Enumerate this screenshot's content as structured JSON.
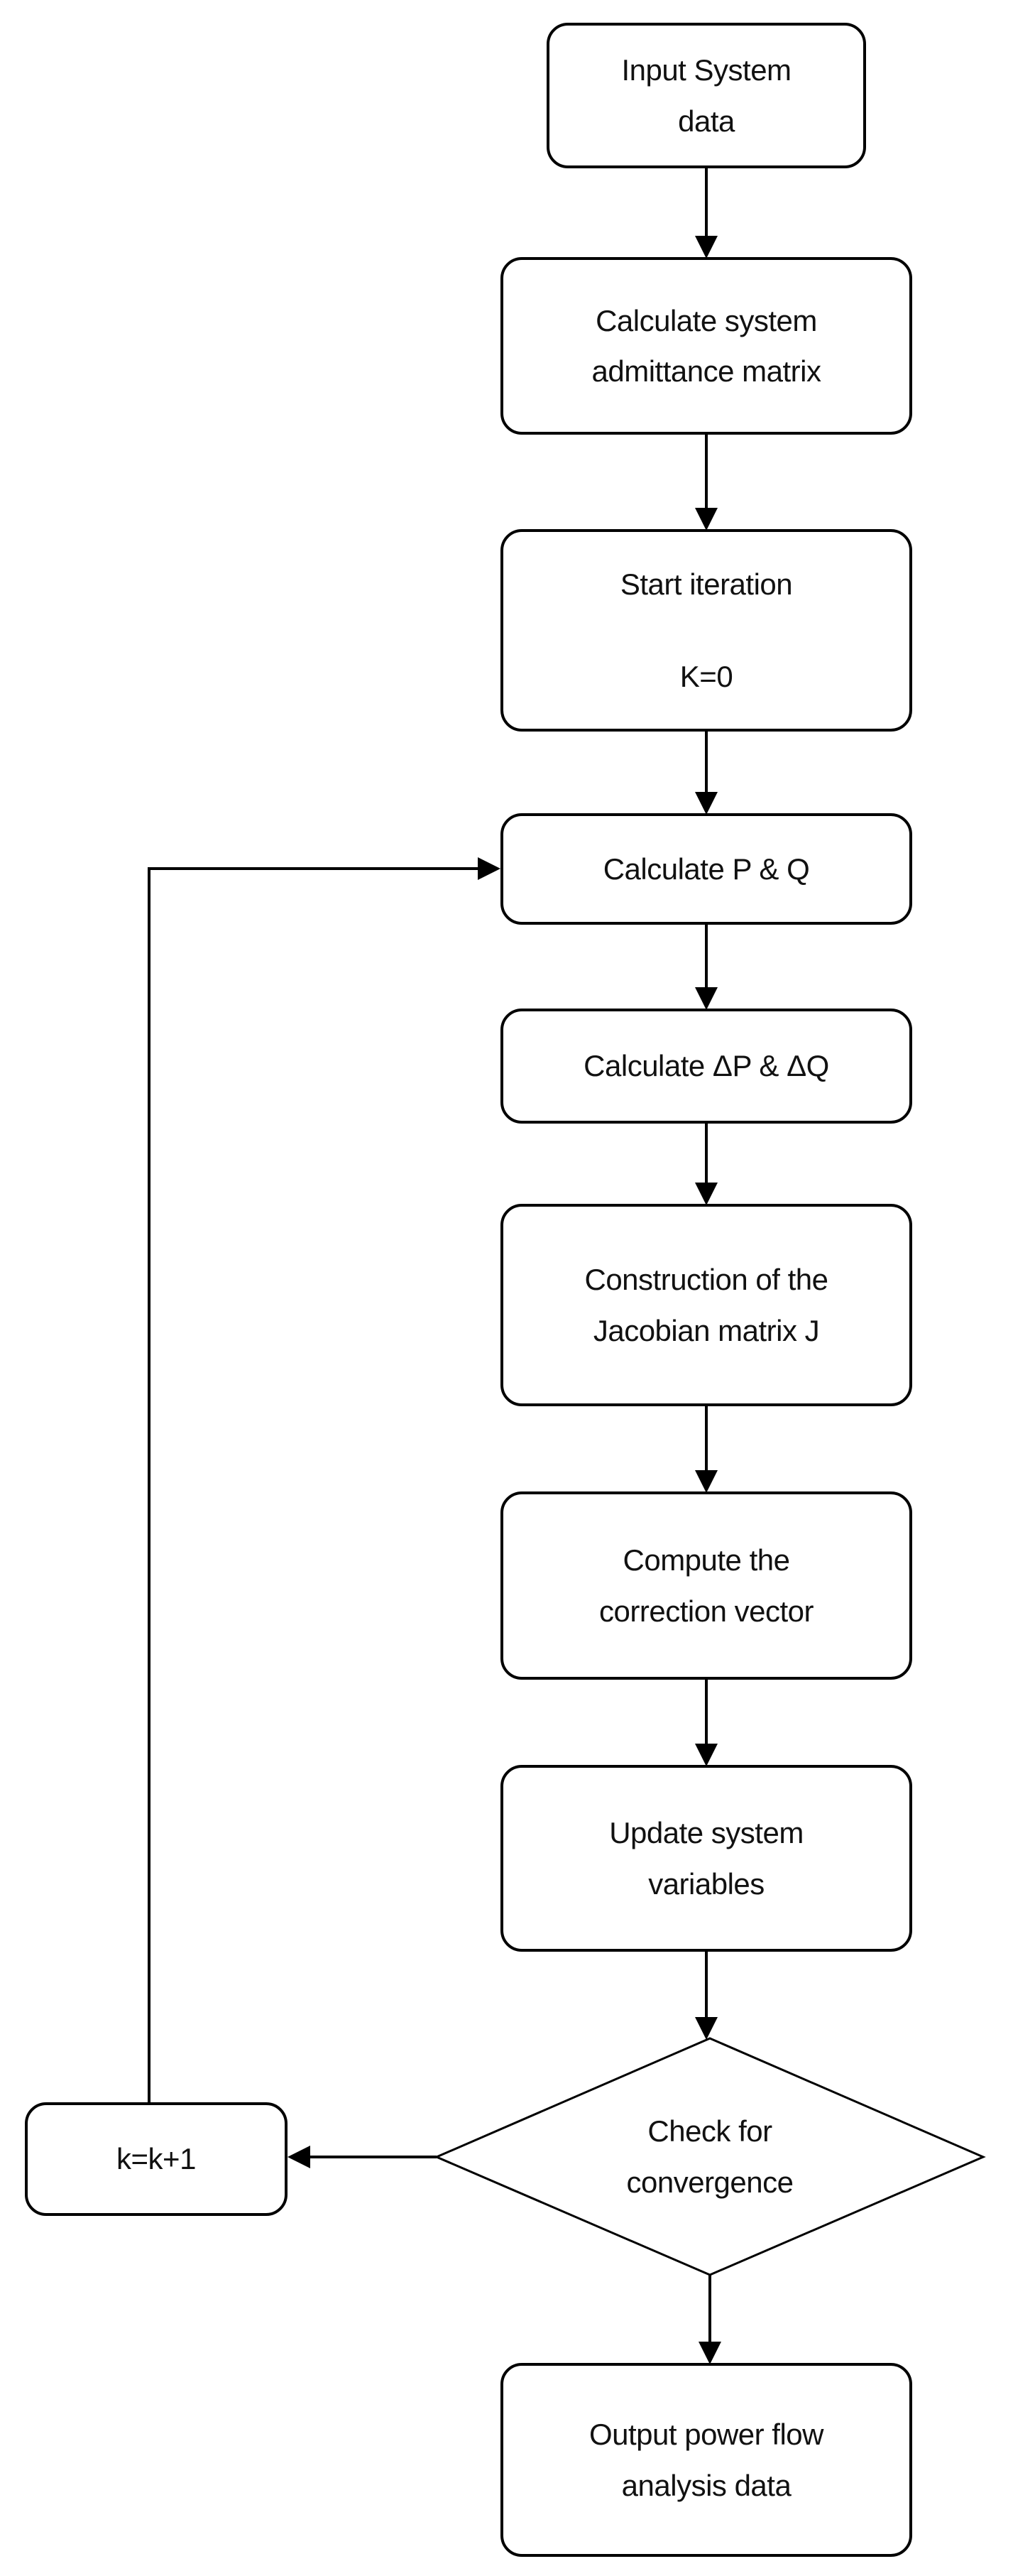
{
  "diagram": {
    "type": "flowchart",
    "colors": {
      "line": "#000000",
      "node_fill": "#ffffff",
      "text": "#111111",
      "background": "#ffffff"
    },
    "nodes": {
      "input": {
        "label": "Input System\ndata"
      },
      "admittance": {
        "label": "Calculate system\nadmittance matrix"
      },
      "start_iteration": {
        "label": "Start iteration\n\nK=0"
      },
      "calc_pq": {
        "label": "Calculate P & Q"
      },
      "calc_dpdq": {
        "label": "Calculate ΔP & ΔQ"
      },
      "jacobian": {
        "label": "Construction of the\nJacobian matrix J"
      },
      "correction": {
        "label": "Compute the\ncorrection vector"
      },
      "update": {
        "label": "Update system\nvariables"
      },
      "convergence": {
        "label": "Check for\nconvergence"
      },
      "increment": {
        "label": "k=k+1"
      },
      "output": {
        "label": "Output power flow\nanalysis data"
      }
    },
    "edges": [
      {
        "from": "input",
        "to": "admittance"
      },
      {
        "from": "admittance",
        "to": "start_iteration"
      },
      {
        "from": "start_iteration",
        "to": "calc_pq"
      },
      {
        "from": "calc_pq",
        "to": "calc_dpdq"
      },
      {
        "from": "calc_dpdq",
        "to": "jacobian"
      },
      {
        "from": "jacobian",
        "to": "correction"
      },
      {
        "from": "correction",
        "to": "update"
      },
      {
        "from": "update",
        "to": "convergence"
      },
      {
        "from": "convergence",
        "to": "output"
      },
      {
        "from": "convergence",
        "to": "increment"
      },
      {
        "from": "increment",
        "to": "calc_pq"
      }
    ]
  }
}
